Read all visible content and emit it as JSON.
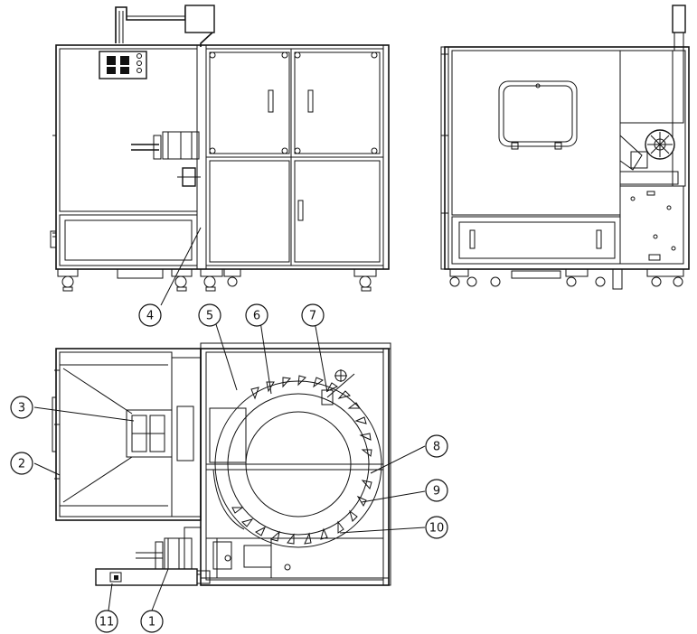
{
  "callouts": [
    "1",
    "2",
    "3",
    "4",
    "5",
    "6",
    "7",
    "8",
    "9",
    "10",
    "11"
  ]
}
